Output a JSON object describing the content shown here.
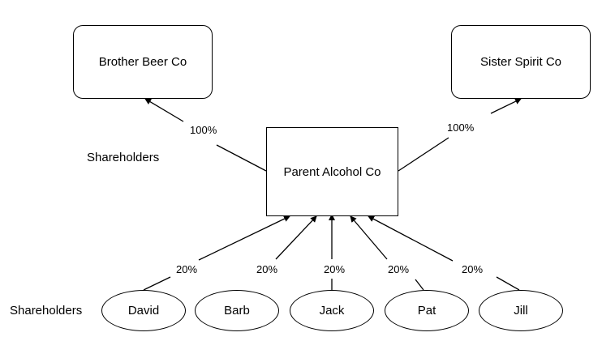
{
  "diagram": {
    "companies": {
      "brother": "Brother Beer Co",
      "sister": "Sister Spirit Co",
      "parent": "Parent Alcohol Co"
    },
    "ownership": {
      "brother_pct": "100%",
      "sister_pct": "100%"
    },
    "labels": {
      "shareholders_top": "Shareholders",
      "shareholders_bottom": "Shareholders"
    },
    "shareholders": [
      {
        "name": "David",
        "pct": "20%"
      },
      {
        "name": "Barb",
        "pct": "20%"
      },
      {
        "name": "Jack",
        "pct": "20%"
      },
      {
        "name": "Pat",
        "pct": "20%"
      },
      {
        "name": "Jill",
        "pct": "20%"
      }
    ]
  }
}
